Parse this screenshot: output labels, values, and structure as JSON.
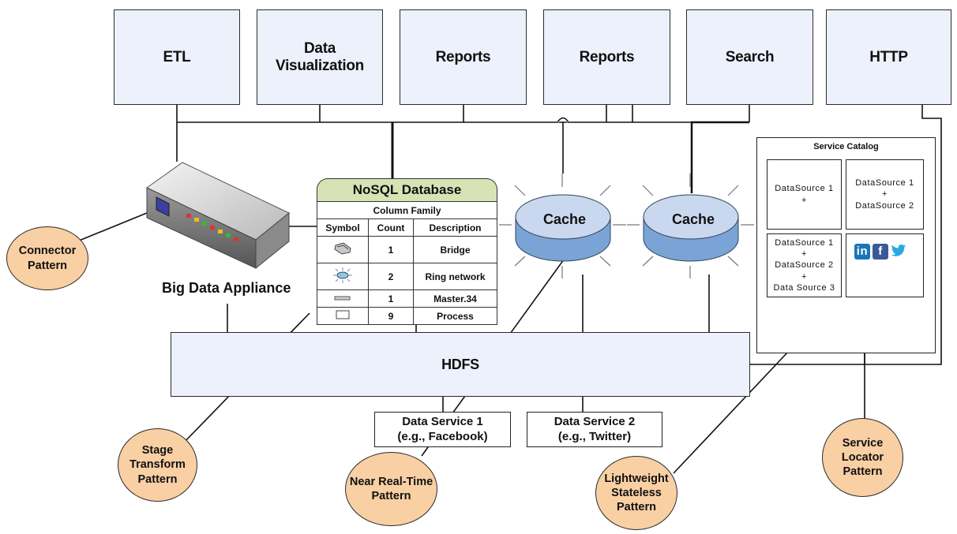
{
  "top_boxes": [
    "ETL",
    "Data\nVisualization",
    "Reports",
    "Reports",
    "Search",
    "HTTP"
  ],
  "appliance_label": "Big Data Appliance",
  "nosql": {
    "title": "NoSQL Database",
    "subtitle": "Column Family",
    "headers": [
      "Symbol",
      "Count",
      "Description"
    ],
    "rows": [
      {
        "symbol": "bridge-icon",
        "count": "1",
        "description": "Bridge"
      },
      {
        "symbol": "ring-network-icon",
        "count": "2",
        "description": "Ring network"
      },
      {
        "symbol": "master-icon",
        "count": "1",
        "description": "Master.34"
      },
      {
        "symbol": "process-icon",
        "count": "9",
        "description": "Process"
      }
    ]
  },
  "caches": [
    "Cache",
    "Cache"
  ],
  "service_catalog": {
    "title": "Service Catalog",
    "sources": [
      "DataSource 1\n+",
      "DataSource 1\n+\nDataSource 2",
      "DataSource 1\n+\nDataSource 2\n+\nData Source 3"
    ],
    "social_icons": [
      "linkedin-icon",
      "facebook-icon",
      "twitter-icon"
    ]
  },
  "hdfs_label": "HDFS",
  "data_services": [
    "Data Service 1\n(e.g., Facebook)",
    "Data Service 2\n(e.g., Twitter)"
  ],
  "patterns": {
    "connector": "Connector\nPattern",
    "stage_transform": "Stage\nTransform\nPattern",
    "near_real_time": "Near Real-Time\nPattern",
    "lightweight_stateless": "Lightweight\nStateless\nPattern",
    "service_locator": "Service\nLocator\nPattern"
  },
  "colors": {
    "box_fill": "#edf1fb",
    "pattern_fill": "#f9cfa4",
    "nosql_header": "#d8e3b5",
    "cache_top": "#c9d8ef",
    "cache_side": "#7aa3d6"
  }
}
